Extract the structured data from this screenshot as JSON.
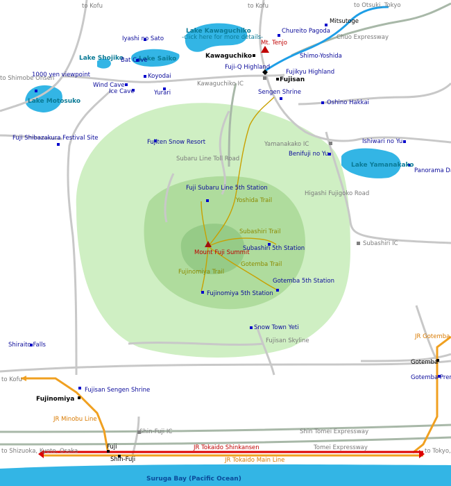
{
  "directions": {
    "to_kofu_top": "to Kofu",
    "to_kofu_top2": "to Kofu",
    "to_otsuki": "to Otsuki, Tokyo",
    "to_shimobe": "to Shimobe Onsen",
    "to_kofu_left": "to Kofu",
    "to_shizuoka": "to Shizuoka, Kyoto, Osaka",
    "to_tokyo": "to Tokyo, Mishima"
  },
  "lakes": {
    "kawaguchiko": "Lake Kawaguchiko",
    "kawaguchiko_note": "-click here for more details-",
    "saiko": "Lake Saiko",
    "shojiko": "Lake Shojiko",
    "motosuko": "Lake Motosuko",
    "yamanakako": "Lake Yamanakako",
    "bay": "Suruga Bay (Pacific Ocean)"
  },
  "places": {
    "mitsutoge": "Mitsutoge",
    "chureito": "Chureito Pagoda",
    "mt_tenjo": "Mt. Tenjo",
    "kawaguchiko_st": "Kawaguchiko",
    "shimo_yoshida": "Shimo-Yoshida",
    "fujiq": "Fuji-Q Highland",
    "fujikyu": "Fujikyu Highland",
    "fujisan": "Fujisan",
    "kawaguchiko_ic": "Kawaguchiko IC",
    "sengen_shrine": "Sengen Shrine",
    "oshino": "Oshino Hakkai",
    "iyashi": "Iyashi no Sato",
    "bat_cave": "Bat Cave",
    "koyodai": "Koyodai",
    "wind_cave": "Wind Cave",
    "ice_cave": "Ice Cave",
    "yurari": "Yurari",
    "viewpoint": "1000 yen viewpoint",
    "shibazakura": "Fuji Shibazakura Festival Site",
    "fujiten": "Fujiten Snow Resort",
    "subaru_road": "Subaru Line Toll Road",
    "yamanakako_ic": "Yamanakako IC",
    "benifuji": "Benifuji no Yu",
    "ishiwari": "Ishiwari no Yu",
    "panorama": "Panorama Dai",
    "subaru_5th": "Fuji Subaru Line 5th Station",
    "yoshida_trail": "Yoshida Trail",
    "higashi_road": "Higashi Fujigoko Road",
    "subashiri_trail": "Subashiri Trail",
    "subashiri_ic": "Subashiri IC",
    "summit": "Mount Fuji Summit",
    "subashiri_5th": "Subashiri 5th Station",
    "gotemba_trail": "Gotemba Trail",
    "fujinomiya_trail": "Fujinomiya Trail",
    "gotemba_5th": "Gotemba 5th Station",
    "fujinomiya_5th": "Fujinomiya 5th Station",
    "snow_town": "Snow Town Yeti",
    "skyline": "Fujisan Skyline",
    "shiraito": "Shiraito Falls",
    "jr_gotemba": "JR Gotemba Line",
    "gotemba": "Gotemba",
    "gotemba_outlets": "Gotemba Premium Outlets",
    "sengen_fujinomiya": "Fujisan Sengen Shrine",
    "fujinomiya": "Fujinomiya",
    "jr_minobu": "JR Minobu Line",
    "shin_fuji_ic": "Shin-Fuji IC",
    "shin_tomei": "Shin Tomei Expressway",
    "tomei": "Tomei Expressway",
    "fuji": "Fuji",
    "shinkansen": "JR Tokaido Shinkansen",
    "shin_fuji": "Shin-Fuji",
    "tokaido_main": "JR Tokaido Main Line",
    "chuo": "Chuo Expressway"
  },
  "colors": {
    "road": "#c8c8c8",
    "expressway": "#a8b8a8",
    "water": "#33b5e5",
    "lake": "#1e90ff",
    "jr_line": "#f0a020",
    "shinkansen": "#dd0000",
    "fuji_outer": "#cfefc3",
    "fuji_mid": "#afdc9d",
    "fuji_inner": "#96cb87",
    "station_marker": "#0000cc",
    "trail": "#c8a000"
  }
}
